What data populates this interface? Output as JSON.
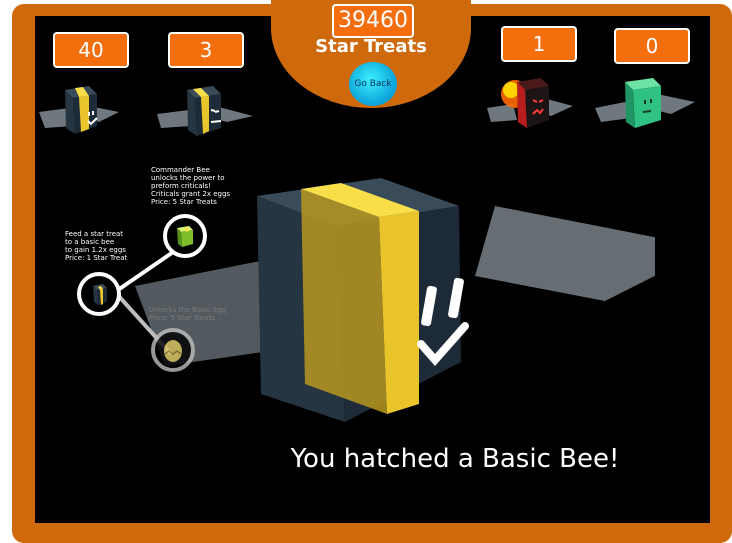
{
  "counters": {
    "basic_bee": "40",
    "commander_bee": "3",
    "fire_bee": "1",
    "green_bee": "0"
  },
  "star_treats": {
    "count": "39460",
    "label": "Star Treats"
  },
  "go_back_label": "Go Back",
  "tooltips": {
    "commander": "Commander Bee\nunlocks the power to\npreform criticals!\nCriticals grant 2x eggs\nPrice: 5 Star Treats",
    "feed": "Feed a star treat\nto a basic bee\nto gain 1.2x eggs\nPrice: 1 Star Treat",
    "basic_egg": "Unlocks the Basic Egg\nPrice: 5 Star Treats"
  },
  "hatch_message": "You hatched a Basic Bee!",
  "colors": {
    "frame": "#ce6a0c",
    "counter_bg": "#f46e0e",
    "bee_body": "#1d2b38",
    "bee_stripe": "#f0c72a",
    "go_back": "#16c3ef"
  }
}
